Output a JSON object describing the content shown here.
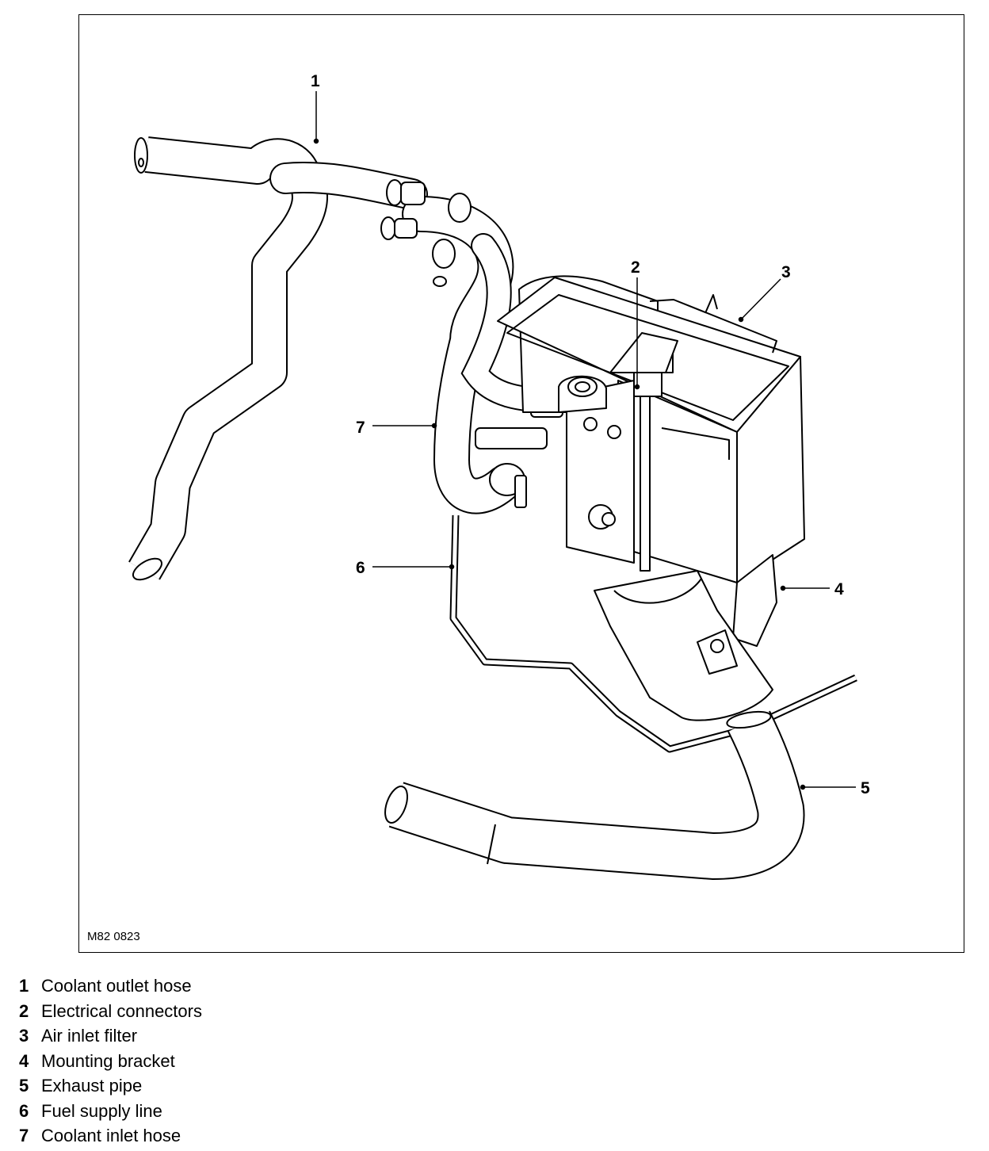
{
  "figure": {
    "code": "M82 0823",
    "callouts": [
      "1",
      "2",
      "3",
      "4",
      "5",
      "6",
      "7"
    ]
  },
  "legend": [
    {
      "number": "1",
      "label": "Coolant outlet hose"
    },
    {
      "number": "2",
      "label": "Electrical connectors"
    },
    {
      "number": "3",
      "label": "Air inlet filter"
    },
    {
      "number": "4",
      "label": "Mounting bracket"
    },
    {
      "number": "5",
      "label": "Exhaust pipe"
    },
    {
      "number": "6",
      "label": "Fuel supply line"
    },
    {
      "number": "7",
      "label": "Coolant inlet hose"
    }
  ]
}
